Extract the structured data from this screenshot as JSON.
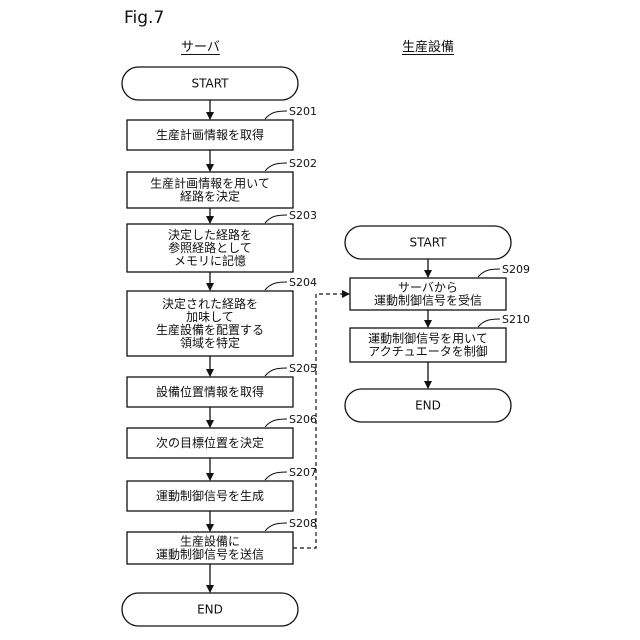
{
  "figure_label": "Fig.7",
  "columns": {
    "server": "サーバ",
    "equipment": "生産設備"
  },
  "server_flow": {
    "start": "START",
    "steps": [
      {
        "id": "S201",
        "lines": [
          "生産計画情報を取得"
        ]
      },
      {
        "id": "S202",
        "lines": [
          "生産計画情報を用いて",
          "経路を決定"
        ]
      },
      {
        "id": "S203",
        "lines": [
          "決定した経路を",
          "参照経路として",
          "メモリに記憶"
        ]
      },
      {
        "id": "S204",
        "lines": [
          "決定された経路を",
          "加味して",
          "生産設備を配置する",
          "領域を特定"
        ]
      },
      {
        "id": "S205",
        "lines": [
          "設備位置情報を取得"
        ]
      },
      {
        "id": "S206",
        "lines": [
          "次の目標位置を決定"
        ]
      },
      {
        "id": "S207",
        "lines": [
          "運動制御信号を生成"
        ]
      },
      {
        "id": "S208",
        "lines": [
          "生産設備に",
          "運動制御信号を送信"
        ]
      }
    ],
    "end": "END"
  },
  "equipment_flow": {
    "start": "START",
    "steps": [
      {
        "id": "S209",
        "lines": [
          "サーバから",
          "運動制御信号を受信"
        ]
      },
      {
        "id": "S210",
        "lines": [
          "運動制御信号を用いて",
          "アクチュエータを制御"
        ]
      }
    ],
    "end": "END"
  }
}
